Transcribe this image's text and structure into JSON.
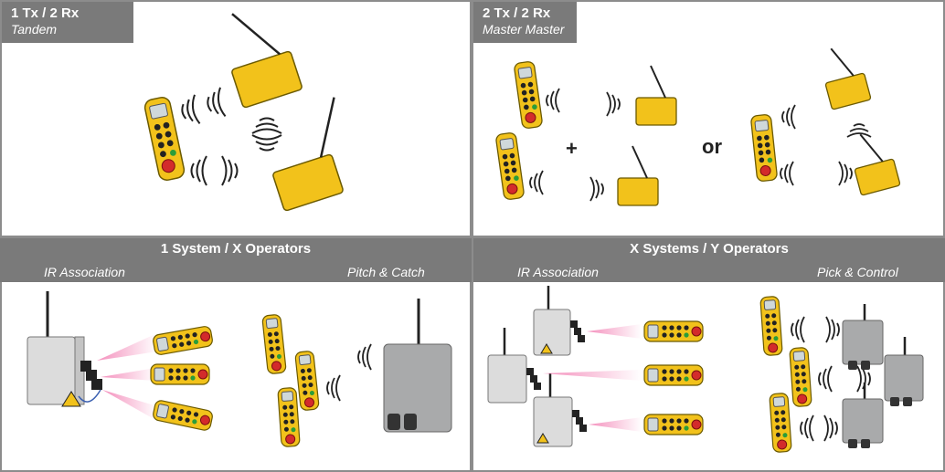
{
  "top_left": {
    "title": "1 Tx / 2 Rx",
    "subtitle": "Tandem"
  },
  "top_right": {
    "title": "2 Tx / 2 Rx",
    "subtitle": "Master Master",
    "plus": "+",
    "or": "or"
  },
  "bottom_left": {
    "title": "1 System / X Operators",
    "left_label": "IR Association",
    "right_label": "Pitch & Catch"
  },
  "bottom_right": {
    "title": "X Systems / Y Operators",
    "left_label": "IR Association",
    "right_label": "Pick & Control"
  },
  "colors": {
    "device_yellow": "#f2c21b",
    "frame_gray": "#7a7a7a",
    "receiver_gray": "#a9aaab",
    "ir_pink": "#f06aa6"
  }
}
